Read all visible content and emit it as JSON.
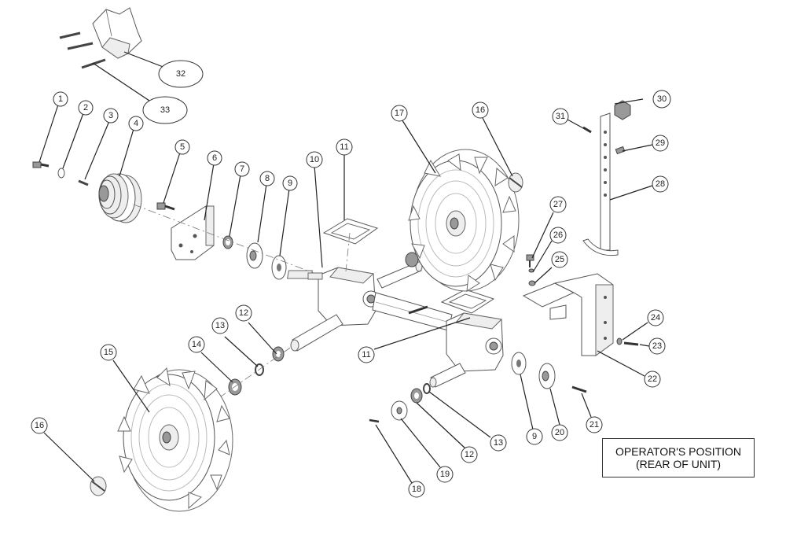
{
  "note": {
    "line1": "OPERATOR'S POSITION",
    "line2": "(REAR OF UNIT)"
  },
  "callouts": {
    "c1": "1",
    "c2": "2",
    "c3": "3",
    "c4": "4",
    "c5": "5",
    "c6": "6",
    "c7": "7",
    "c8": "8",
    "c9a": "9",
    "c9b": "9",
    "c10": "10",
    "c11a": "11",
    "c11b": "11",
    "c12a": "12",
    "c12b": "12",
    "c13a": "13",
    "c13b": "13",
    "c14": "14",
    "c15": "15",
    "c16a": "16",
    "c16b": "16",
    "c17": "17",
    "c18": "18",
    "c19": "19",
    "c20": "20",
    "c21": "21",
    "c22": "22",
    "c23": "23",
    "c24": "24",
    "c25": "25",
    "c26": "26",
    "c27": "27",
    "c28": "28",
    "c29": "29",
    "c30": "30",
    "c31": "31",
    "c32": "32",
    "c33": "33"
  }
}
